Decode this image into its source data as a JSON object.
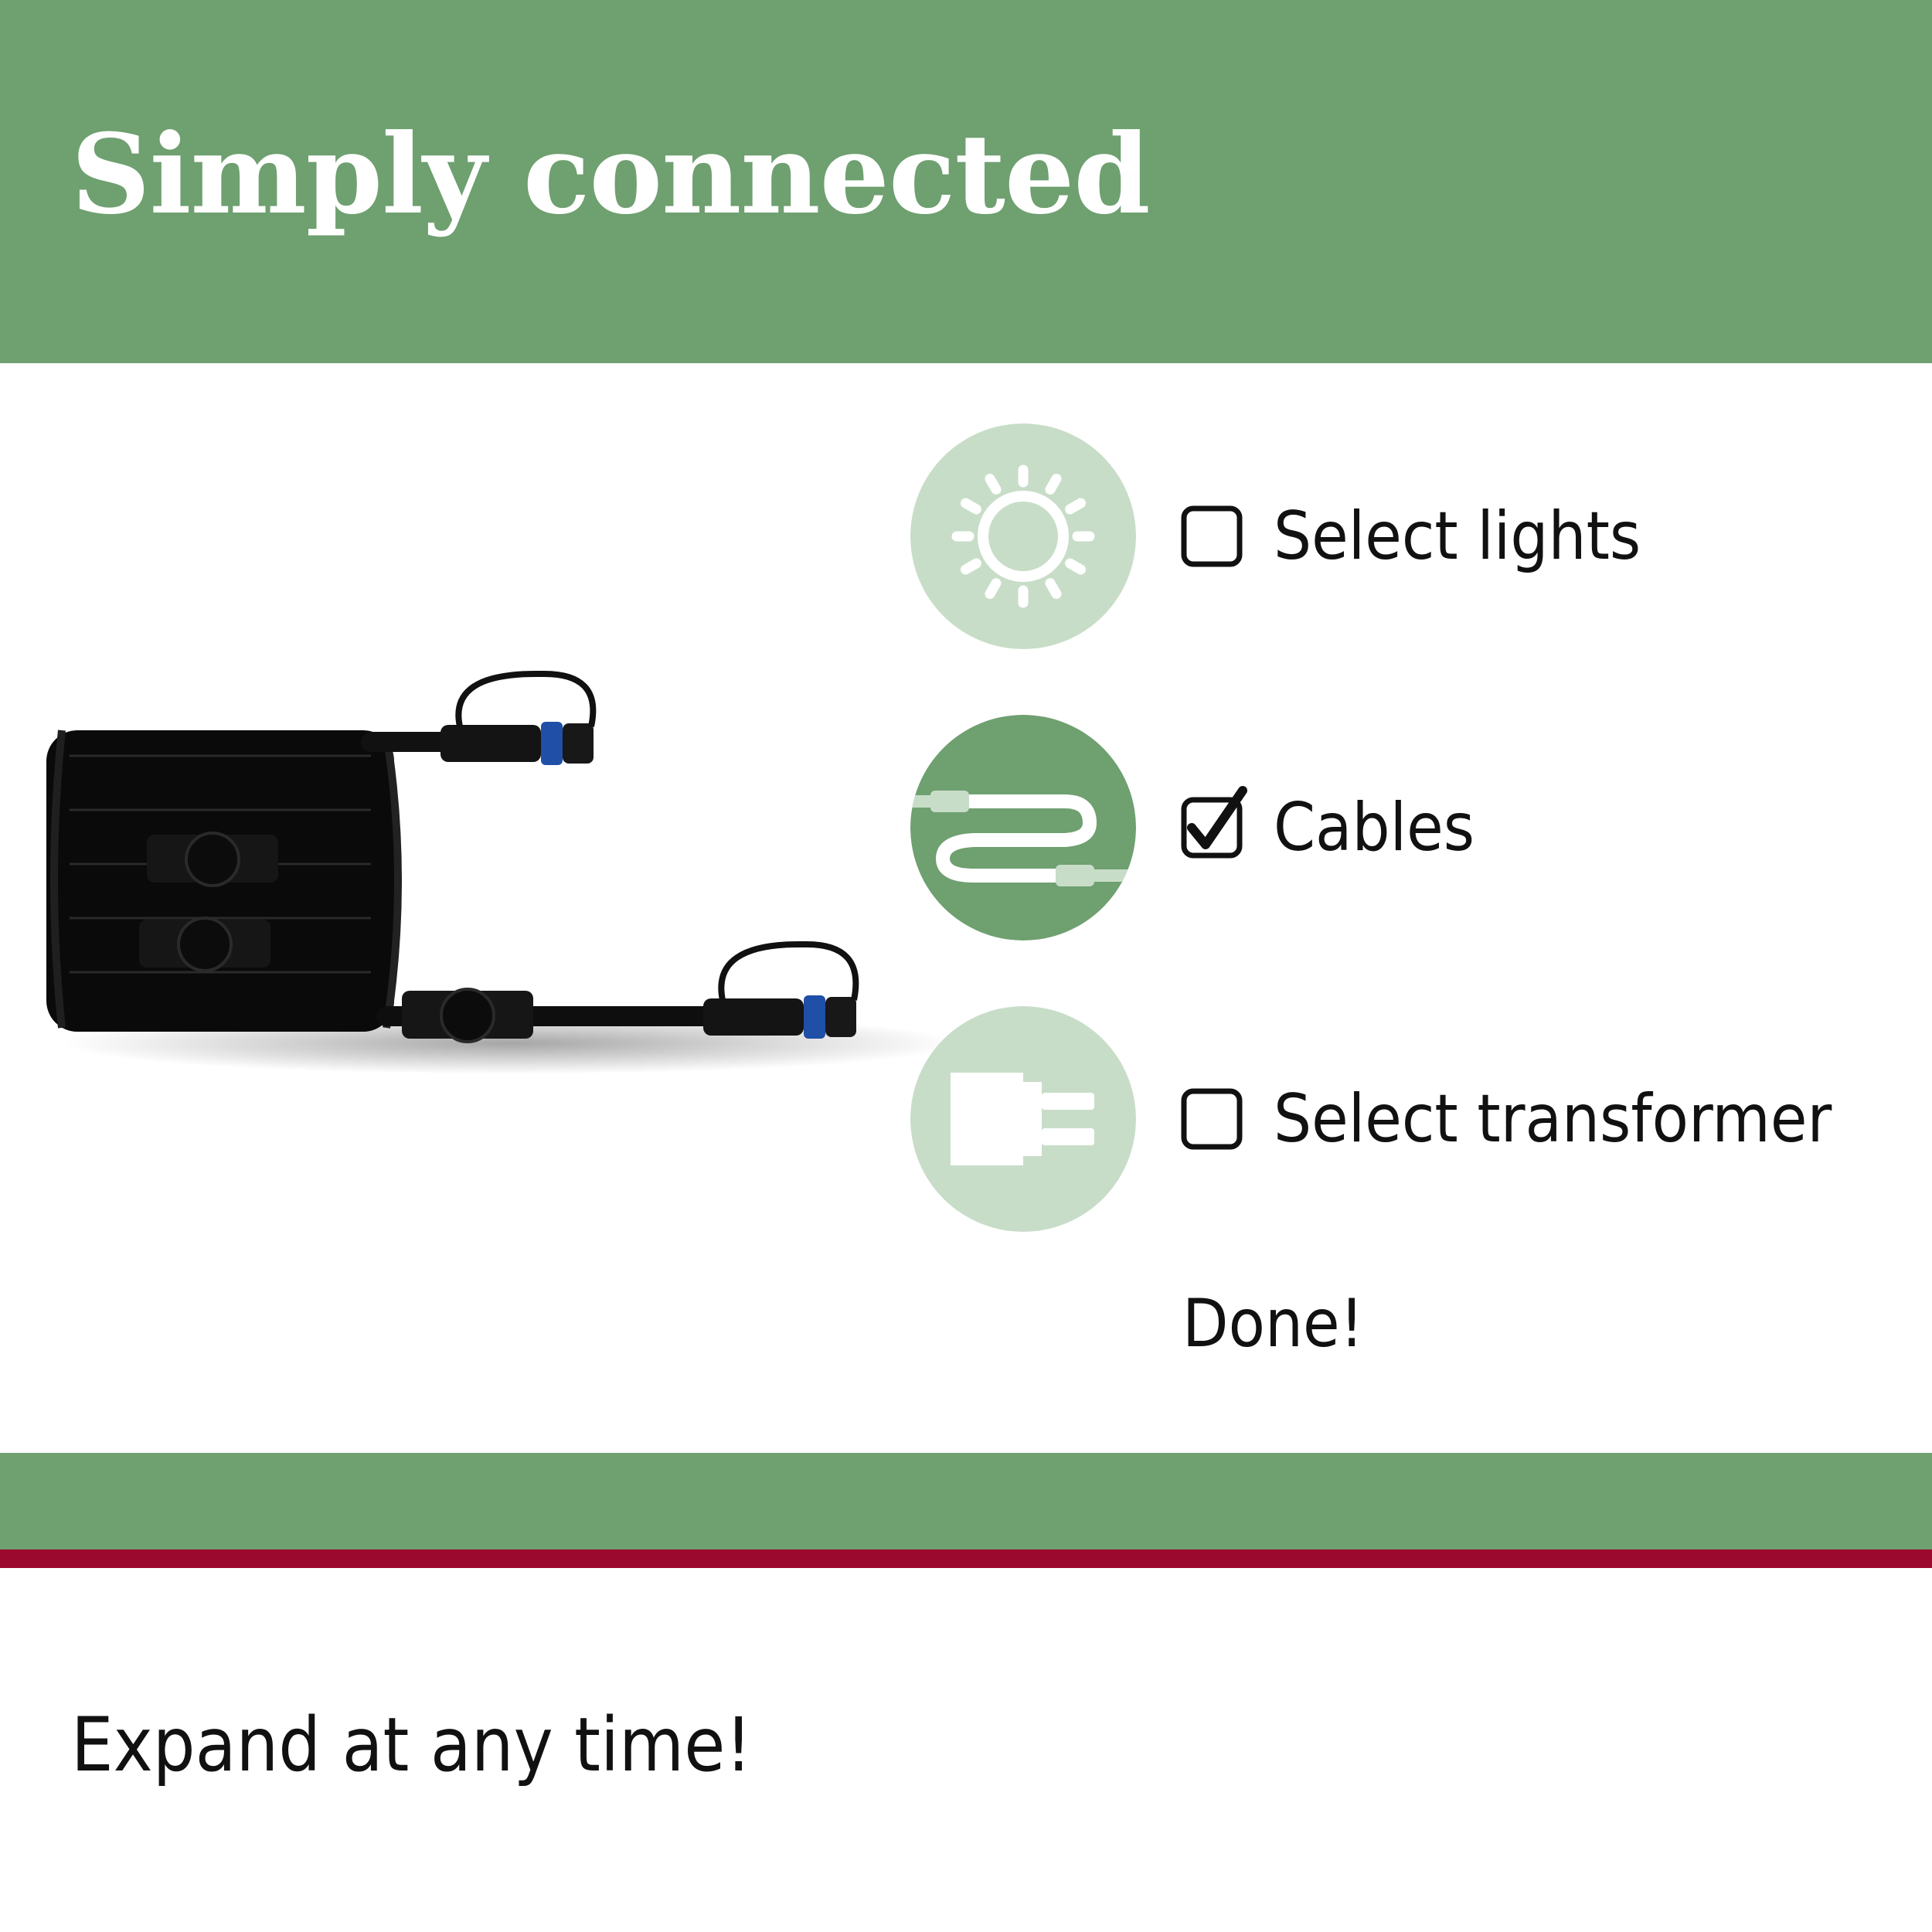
{
  "header": {
    "title": "Simply connected",
    "background_color": "#6fa070"
  },
  "product": {
    "image": "black-outdoor-cable-coil-with-connectors"
  },
  "steps": [
    {
      "label": "Select lights",
      "icon": "sun-icon",
      "checked": false,
      "active": false
    },
    {
      "label": "Cables",
      "icon": "cable-icon",
      "checked": true,
      "active": true
    },
    {
      "label": "Select transformer",
      "icon": "plug-icon",
      "checked": false,
      "active": false
    }
  ],
  "done_label": "Done!",
  "footer": {
    "tagline": "Expand at any time!",
    "band_color": "#6fa070",
    "stripe_color": "#9b0a2e"
  },
  "colors": {
    "accent_green": "#6fa070",
    "inactive_circle": "#c8ddc8",
    "text": "#111111"
  }
}
